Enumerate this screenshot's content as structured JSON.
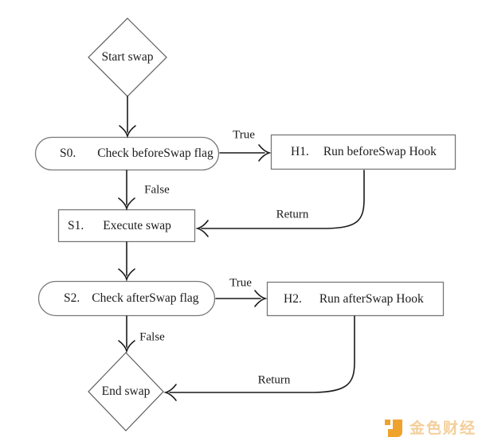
{
  "diagram": {
    "title_hint": "Swap hook flowchart",
    "nodes": {
      "start": {
        "label": "Start swap",
        "shape": "diamond"
      },
      "s0": {
        "id": "S0.",
        "label": "Check beforeSwap flag",
        "shape": "pill"
      },
      "h1": {
        "id": "H1.",
        "label": "Run beforeSwap Hook",
        "shape": "rect"
      },
      "s1": {
        "id": "S1.",
        "label": "Execute swap",
        "shape": "rect"
      },
      "s2": {
        "id": "S2.",
        "label": "Check afterSwap flag",
        "shape": "pill"
      },
      "h2": {
        "id": "H2.",
        "label": "Run afterSwap Hook",
        "shape": "rect"
      },
      "end": {
        "label": "End swap",
        "shape": "diamond"
      }
    },
    "edge_labels": {
      "s0_true": "True",
      "s0_false": "False",
      "h1_return": "Return",
      "s2_true": "True",
      "s2_false": "False",
      "h2_return": "Return"
    }
  },
  "watermark": {
    "brand": "金色财经"
  },
  "colors": {
    "background": "#ffffff",
    "line": "#1a1a1a",
    "text": "#1c1c1c",
    "box_border": "#787878",
    "logo_orange": "#efa32d",
    "logo_text_gold": "#f3cf9b"
  }
}
